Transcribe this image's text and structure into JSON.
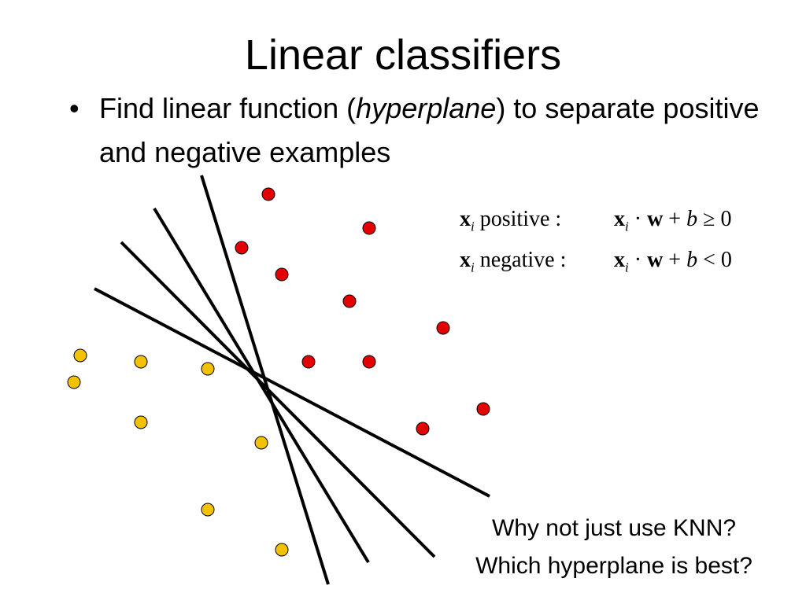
{
  "slide": {
    "title": "Linear classifiers",
    "bullet": {
      "marker": "•",
      "text_before": "Find linear function (",
      "text_emphasis": "hyperplane",
      "text_after": ") to separate positive and negative examples"
    }
  },
  "formulas": [
    {
      "var": "x",
      "sub": "i",
      "label": " positive :",
      "lhs": "x",
      "lhs_sub": "i",
      "dot": " · ",
      "w": "w",
      "plus": " + ",
      "b": "b",
      "rel": " ≥ 0"
    },
    {
      "var": "x",
      "sub": "i",
      "label": " negative :",
      "lhs": "x",
      "lhs_sub": "i",
      "dot": " · ",
      "w": "w",
      "plus": " + ",
      "b": "b",
      "rel": " < 0"
    }
  ],
  "questions": {
    "line1": "Why not just use KNN?",
    "line2": "Which hyperplane is best?"
  },
  "colors": {
    "positive": "#e50000",
    "negative": "#f2c200",
    "line": "#000000"
  }
}
